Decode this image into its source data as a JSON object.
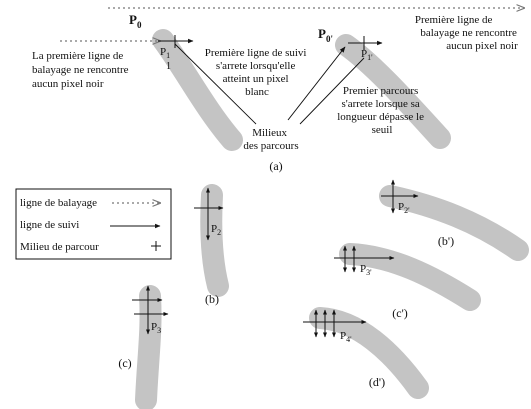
{
  "labels": {
    "p0": "P",
    "p0_sub": "0",
    "p0_prime": "P",
    "p0_prime_sub": "0'",
    "p1": "P",
    "p1_sub": "1",
    "p1_prime": "P",
    "p1_prime_sub": "1'",
    "p2": "P",
    "p2_sub": "2",
    "p2_prime": "P",
    "p2_prime_sub": "2'",
    "p3": "P",
    "p3_sub": "3",
    "p3_prime": "P",
    "p3_prime_sub": "3'",
    "p4_prime": "P",
    "p4_prime_sub": "4'",
    "p1_small_label": "1",
    "a": "(a)",
    "b": "(b)",
    "b_prime": "(b')",
    "c": "(c)",
    "c_prime": "(c')",
    "d_prime": "(d')"
  },
  "annotations": {
    "left_first_scan": [
      "La première ligne de",
      "balayage ne rencontre",
      "aucun pixel noir"
    ],
    "first_follow_line": [
      "Première ligne de suivi",
      "s'arrete lorsqu'elle",
      "atteint un pixel",
      "blanc"
    ],
    "right_first_scan": [
      "Première ligne de",
      "balayage ne rencontre",
      "aucun pixel noir"
    ],
    "first_path": [
      "Premier parcours",
      "s'arrete lorsque sa",
      "longueur dépasse le",
      "seuil"
    ],
    "middle_paths": [
      "Milieux",
      "des parcours"
    ]
  },
  "legend": {
    "items": [
      {
        "label": "ligne de balayage",
        "symbol": "dotted-arrow"
      },
      {
        "label": "ligne de suivi",
        "symbol": "solid-arrow"
      },
      {
        "label": "Milieu  de  parcour",
        "symbol": "plus"
      }
    ]
  },
  "colors": {
    "stroke_gray": "#c4c4c4",
    "ink": "#111111",
    "dotted": "#777777"
  }
}
